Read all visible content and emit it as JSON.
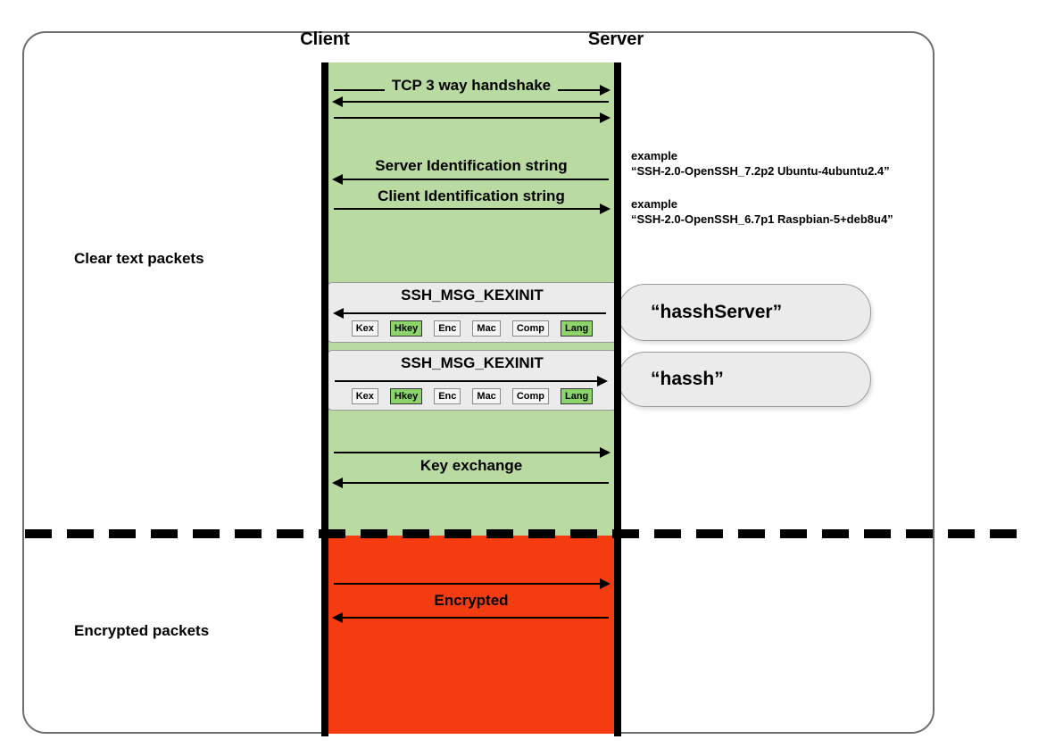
{
  "diagram": {
    "client_label": "Client",
    "server_label": "Server",
    "section_labels": {
      "clear": "Clear text packets",
      "encrypted": "Encrypted packets"
    },
    "messages": {
      "tcp_handshake": "TCP 3 way handshake",
      "server_identification": "Server Identification string",
      "client_identification": "Client Identification string",
      "kexinit": "SSH_MSG_KEXINIT",
      "key_exchange": "Key exchange",
      "encrypted": "Encrypted"
    },
    "kexinit_fields": [
      "Kex",
      "Hkey",
      "Enc",
      "Mac",
      "Comp",
      "Lang"
    ],
    "kexinit_highlighted_fields": [
      "Hkey",
      "Lang"
    ],
    "annotations": {
      "server_example_label": "example",
      "server_example_value": "“SSH-2.0-OpenSSH_7.2p2 Ubuntu-4ubuntu2.4”",
      "client_example_label": "example",
      "client_example_value": "“SSH-2.0-OpenSSH_6.7p1 Raspbian-5+deb8u4”",
      "hassh_server": "“hasshServer”",
      "hassh": "“hassh”"
    },
    "colors": {
      "clear_bg": "#b9dba2",
      "encrypted_bg": "#f53c10",
      "field_highlight_bg": "#8cd46a",
      "panel_bg": "#ebebeb"
    }
  }
}
